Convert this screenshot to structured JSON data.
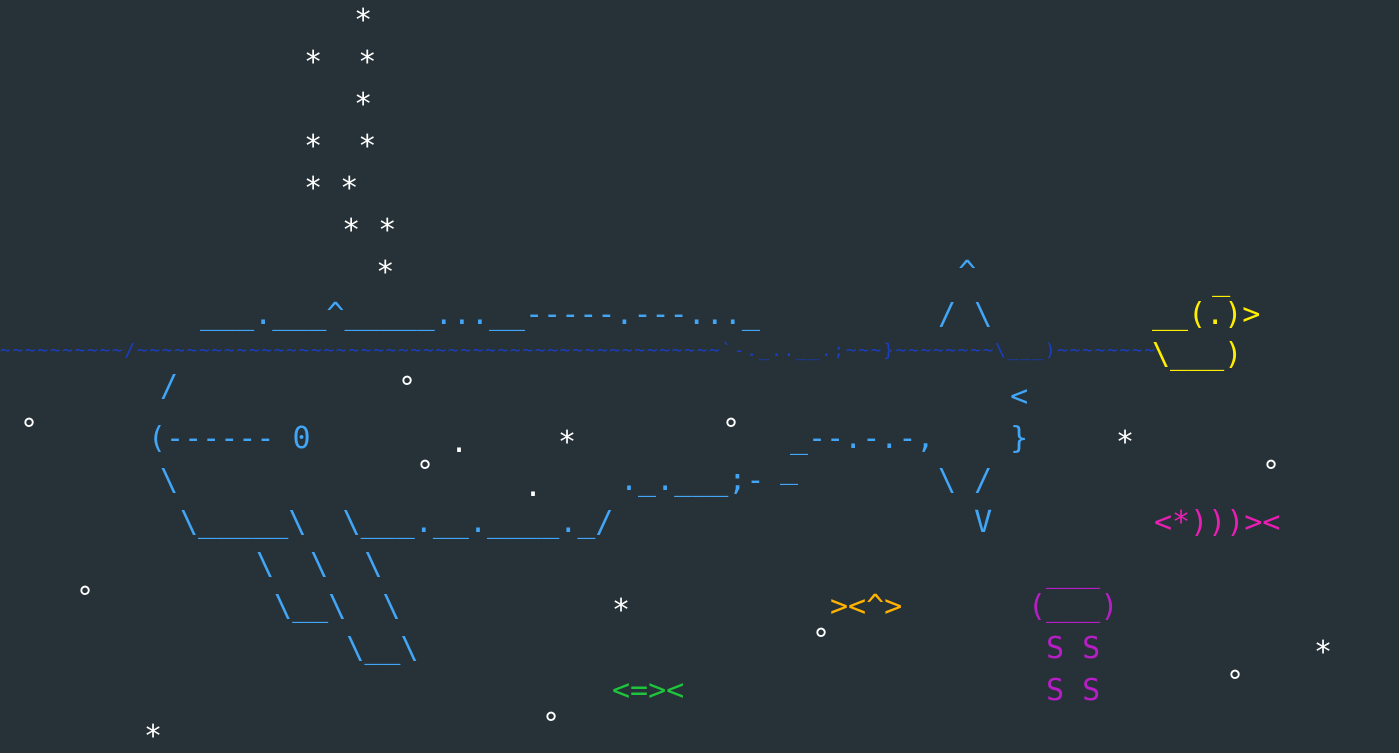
{
  "colors": {
    "background": "#263238",
    "whale": "#42a5f5",
    "water": "#1a3ec5",
    "duck": "#ffee00",
    "fish_orange": "#ffb300",
    "fish_green": "#1ec43b",
    "fish_magenta": "#e91eb4",
    "jellyfish": "#b71ec6",
    "stars_bubbles": "#ffffff"
  },
  "spout": [
    "   *",
    "  *  *",
    "   *",
    "  *  *",
    "  * *",
    "   * *",
    "    *"
  ],
  "water_line": "~~~~~~~~~~/~~~~~~~~~~~~~~~~~~~~~~~~~~~~~~~~~~~~~~~~~~~~~~~`-._..__.;~~~}~~~~~~~~\\___)~~~~~~~~",
  "whale": {
    "back": "___.___^_____...__-----.---..._",
    "body_lines": [
      "   /",
      "  (------ 0",
      "   \\",
      "    \\_____\\  \\___.__.____._/"
    ],
    "jaw": "._.___;-",
    "jaw_top": "_--.-.-,",
    "flippers": [
      "\\  \\  \\",
      " \\__\\  \\",
      "     \\__\\"
    ],
    "tail": [
      "   ^",
      " / \\",
      "",
      "   <",
      "   }",
      " \\ /",
      "  V"
    ],
    "mouth_dash": "_"
  },
  "duck": {
    "lines": [
      "   _",
      "__(.)>",
      "\\___)"
    ]
  },
  "fish": {
    "orange": "><^>",
    "green": "<=><",
    "magenta": "<*)))><"
  },
  "jellyfish": {
    "lines": [
      " ___",
      "(___)",
      " S S",
      " S S"
    ]
  },
  "bubble_glyph": "°",
  "star_glyph": "*",
  "dot_glyph": "."
}
